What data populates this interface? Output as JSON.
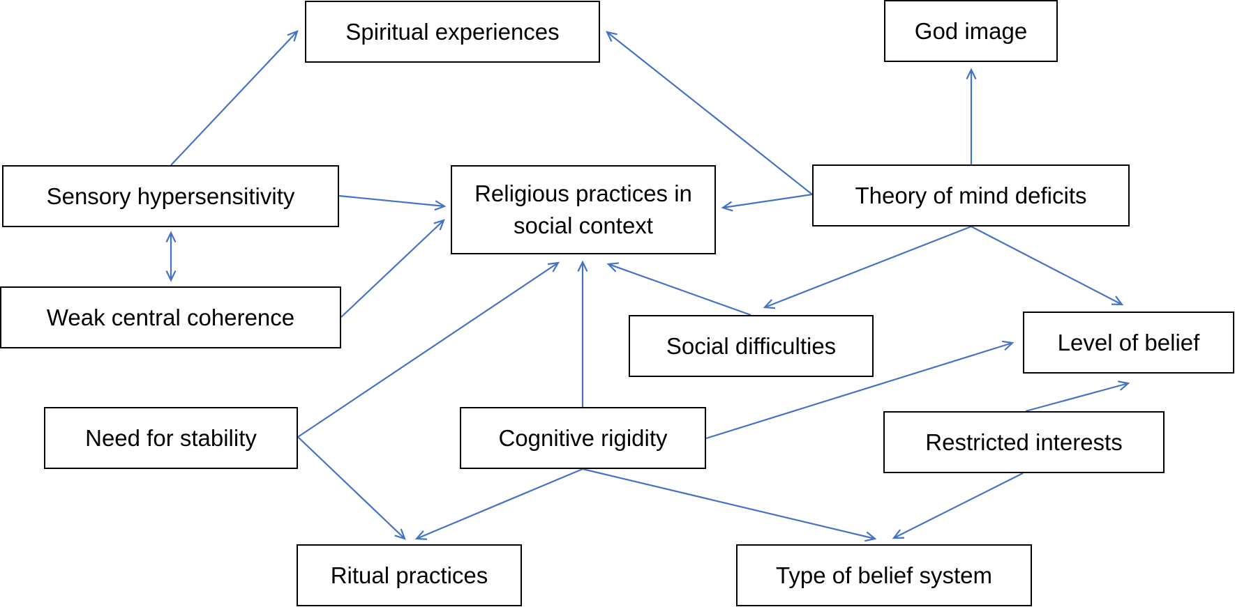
{
  "diagram": {
    "arrow_color": "#4472C4",
    "nodes": {
      "spiritual_experiences": "Spiritual experiences",
      "god_image": "God image",
      "sensory_hypersensitivity": "Sensory hypersensitivity",
      "religious_practices": "Religious practices in social context",
      "theory_of_mind": "Theory of mind deficits",
      "weak_central_coherence": "Weak central coherence",
      "social_difficulties": "Social difficulties",
      "level_of_belief": "Level of belief",
      "need_for_stability": "Need for stability",
      "cognitive_rigidity": "Cognitive rigidity",
      "restricted_interests": "Restricted interests",
      "ritual_practices": "Ritual practices",
      "type_of_belief_system": "Type of belief system"
    },
    "religious_practices_lines": [
      "Religious practices in",
      "social context"
    ],
    "edges": [
      {
        "from": "sensory_hypersensitivity",
        "to": "spiritual_experiences"
      },
      {
        "from": "sensory_hypersensitivity",
        "to": "religious_practices"
      },
      {
        "from": "sensory_hypersensitivity",
        "to": "weak_central_coherence",
        "bidirectional": true
      },
      {
        "from": "weak_central_coherence",
        "to": "religious_practices"
      },
      {
        "from": "theory_of_mind",
        "to": "spiritual_experiences"
      },
      {
        "from": "theory_of_mind",
        "to": "god_image"
      },
      {
        "from": "theory_of_mind",
        "to": "religious_practices"
      },
      {
        "from": "theory_of_mind",
        "to": "social_difficulties"
      },
      {
        "from": "theory_of_mind",
        "to": "level_of_belief"
      },
      {
        "from": "social_difficulties",
        "to": "religious_practices"
      },
      {
        "from": "need_for_stability",
        "to": "religious_practices"
      },
      {
        "from": "need_for_stability",
        "to": "ritual_practices"
      },
      {
        "from": "cognitive_rigidity",
        "to": "religious_practices"
      },
      {
        "from": "cognitive_rigidity",
        "to": "level_of_belief"
      },
      {
        "from": "cognitive_rigidity",
        "to": "ritual_practices"
      },
      {
        "from": "cognitive_rigidity",
        "to": "type_of_belief_system"
      },
      {
        "from": "restricted_interests",
        "to": "level_of_belief"
      },
      {
        "from": "restricted_interests",
        "to": "type_of_belief_system"
      }
    ]
  }
}
